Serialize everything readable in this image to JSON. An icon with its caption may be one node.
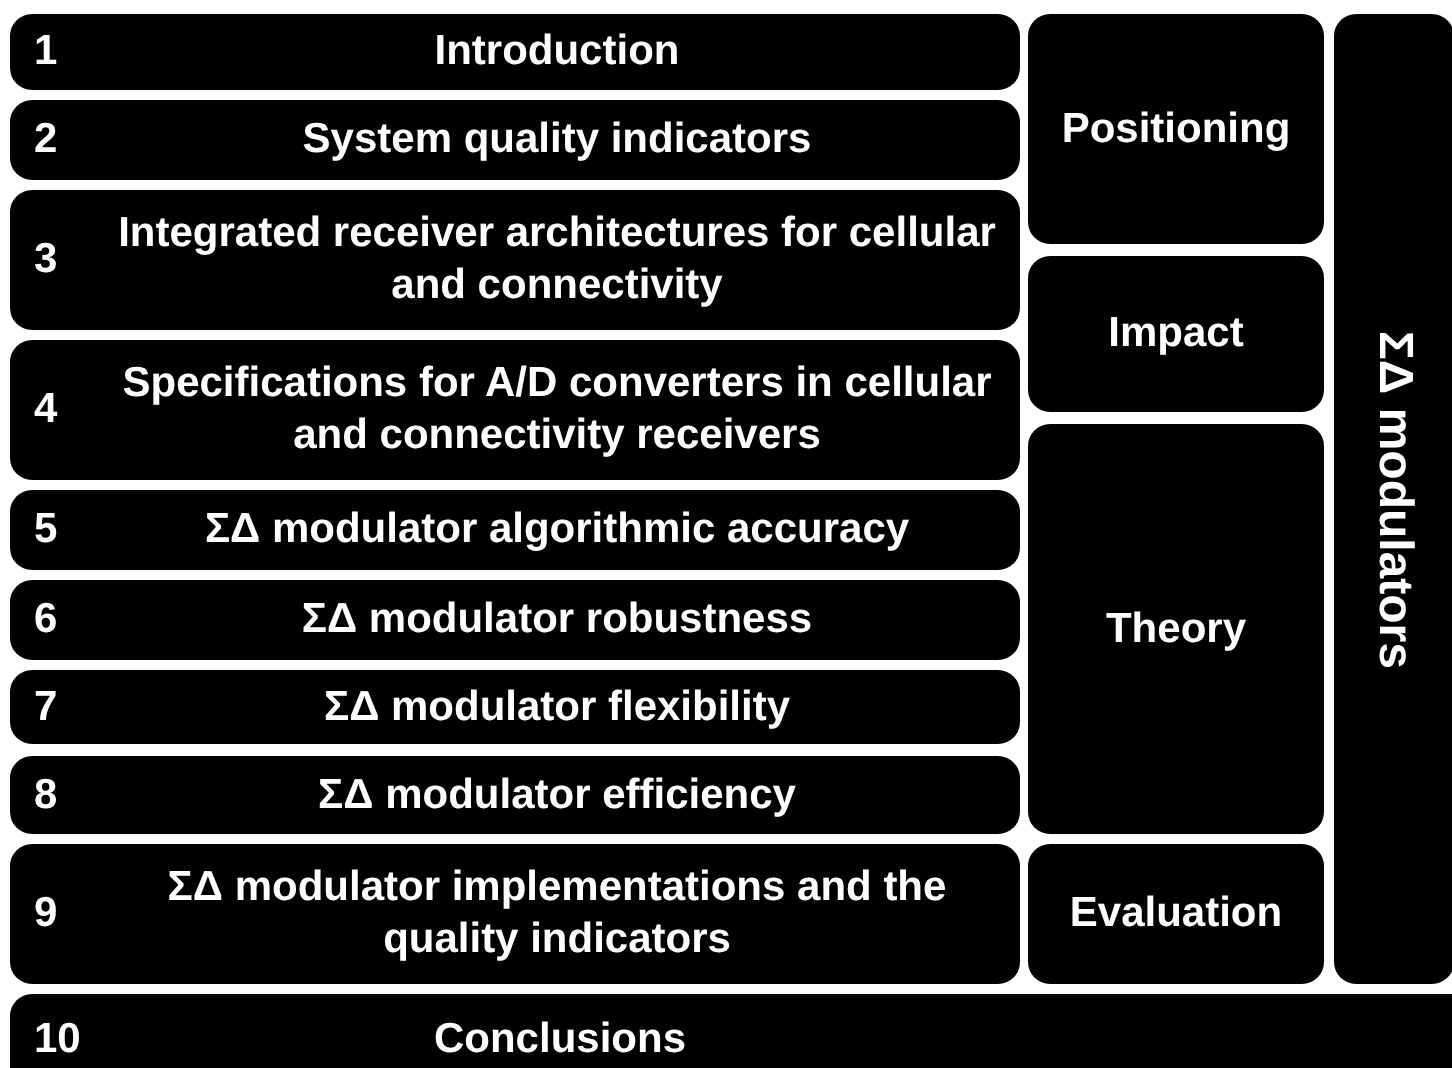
{
  "diagram": {
    "nodes": [
      {
        "text": [
          "1",
          "Introduction"
        ]
      },
      {
        "text": [
          "2",
          "System quality indicators"
        ]
      },
      {
        "text": [
          "3",
          "Integrated receiver architectures for cellular and connectivity"
        ]
      },
      {
        "text": [
          "4",
          "Specifications for A/D converters in cellular and connectivity receivers"
        ]
      },
      {
        "text": [
          "5",
          "ΣΔ modulator algorithmic accuracy"
        ]
      },
      {
        "text": [
          "6",
          "ΣΔ modulator robustness"
        ]
      },
      {
        "text": [
          "7",
          "ΣΔ modulator flexibility"
        ]
      },
      {
        "text": [
          "8",
          "ΣΔ modulator efficiency"
        ]
      },
      {
        "text": [
          "9",
          "ΣΔ modulator implementations and the quality indicators"
        ]
      },
      {
        "text": [
          "10",
          "Conclusions"
        ]
      },
      {
        "text": [
          "Positioning"
        ]
      },
      {
        "text": [
          "Impact"
        ]
      },
      {
        "text": [
          "Theory"
        ]
      },
      {
        "text": [
          "Evaluation"
        ]
      },
      {
        "text": [
          "ΣΔ modulators"
        ]
      }
    ],
    "edges": []
  }
}
